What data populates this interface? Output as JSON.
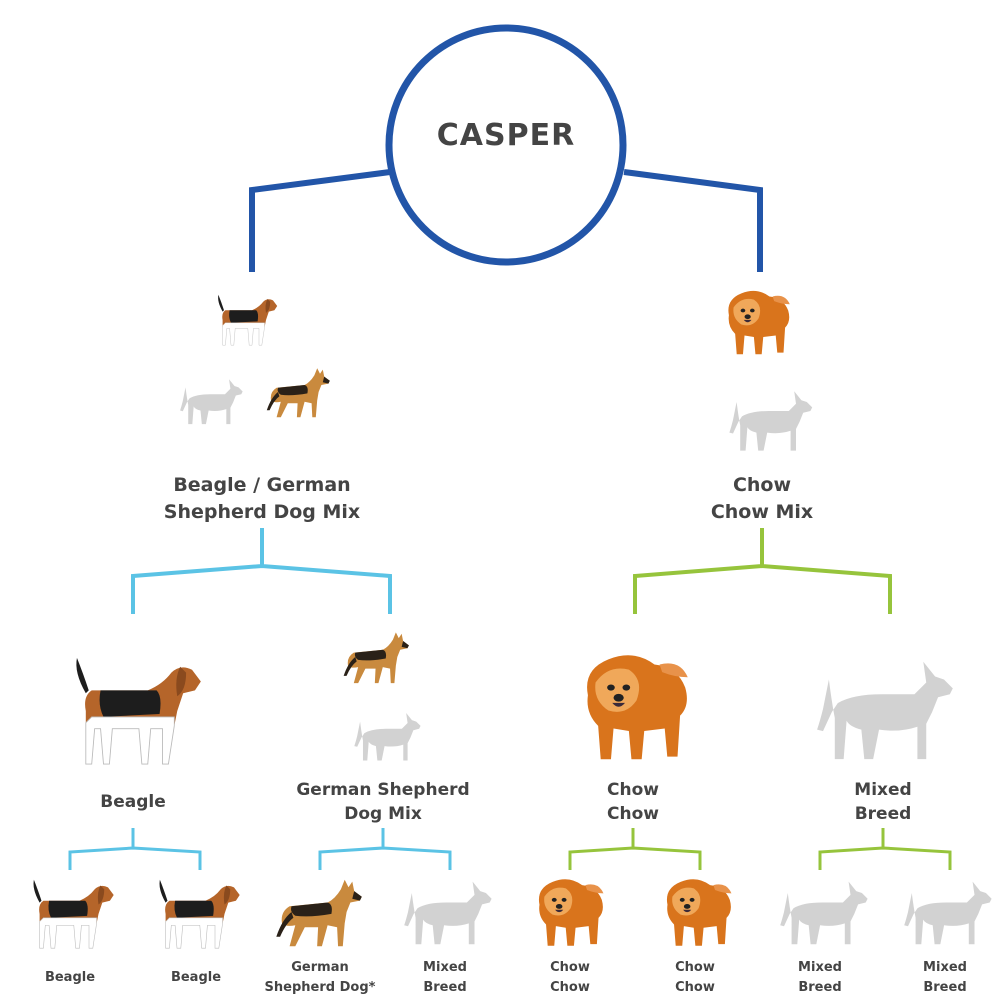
{
  "colors": {
    "root_line": "#2255a8",
    "left_line": "#5bc3e5",
    "right_line": "#96c43c",
    "text": "#444444",
    "silhouette": "#d2d2d2",
    "beagle_tan": "#b5652a",
    "beagle_black": "#1d1d1d",
    "shepherd_tan": "#c98a3e",
    "chow_orange": "#d9741c"
  },
  "root": {
    "name": "CASPER"
  },
  "parents": [
    {
      "label_line1": "Beagle / German",
      "label_line2": "Shepherd Dog Mix",
      "icons": [
        "beagle-icon",
        "unknown-dog-silhouette-icon",
        "german-shepherd-icon"
      ]
    },
    {
      "label_line1": "Chow",
      "label_line2": "Chow Mix",
      "icons": [
        "chow-chow-icon",
        "unknown-dog-silhouette-icon"
      ]
    }
  ],
  "grandparents": [
    {
      "label_line1": "Beagle",
      "label_line2": "",
      "icons": [
        "beagle-icon"
      ]
    },
    {
      "label_line1": "German Shepherd",
      "label_line2": "Dog Mix",
      "icons": [
        "german-shepherd-icon",
        "unknown-dog-silhouette-icon"
      ]
    },
    {
      "label_line1": "Chow",
      "label_line2": "Chow",
      "icons": [
        "chow-chow-icon"
      ]
    },
    {
      "label_line1": "Mixed",
      "label_line2": "Breed",
      "icons": [
        "unknown-dog-silhouette-icon"
      ]
    }
  ],
  "great_grandparents": [
    {
      "label_line1": "Beagle",
      "label_line2": "",
      "icon": "beagle-icon"
    },
    {
      "label_line1": "Beagle",
      "label_line2": "",
      "icon": "beagle-icon"
    },
    {
      "label_line1": "German",
      "label_line2": "Shepherd Dog*",
      "icon": "german-shepherd-icon"
    },
    {
      "label_line1": "Mixed",
      "label_line2": "Breed",
      "icon": "unknown-dog-silhouette-icon"
    },
    {
      "label_line1": "Chow",
      "label_line2": "Chow",
      "icon": "chow-chow-icon"
    },
    {
      "label_line1": "Chow",
      "label_line2": "Chow",
      "icon": "chow-chow-icon"
    },
    {
      "label_line1": "Mixed",
      "label_line2": "Breed",
      "icon": "unknown-dog-silhouette-icon"
    },
    {
      "label_line1": "Mixed",
      "label_line2": "Breed",
      "icon": "unknown-dog-silhouette-icon"
    }
  ]
}
